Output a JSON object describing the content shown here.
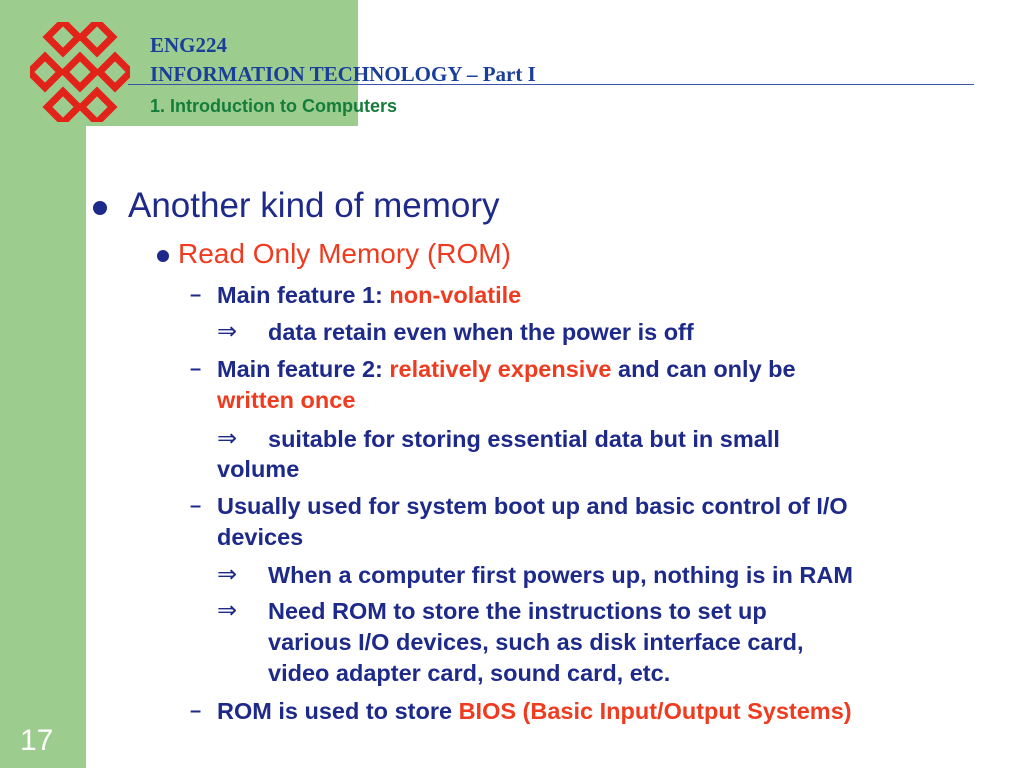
{
  "header": {
    "course_code": "ENG224",
    "course_title": "INFORMATION TECHNOLOGY – Part I",
    "chapter": "1. Introduction to Computers"
  },
  "slide_number": "17",
  "content": {
    "heading": "Another kind of memory",
    "subheading": "Read Only Memory (ROM)",
    "feature1": {
      "label": "Main feature 1: ",
      "highlight": "non-volatile"
    },
    "feature1_note": "data retain even when the power is off",
    "feature2": {
      "label": "Main feature 2: ",
      "highlight1": "relatively expensive",
      "middle": " and can only be",
      "highlight2": "written once"
    },
    "feature2_note": {
      "line1": "suitable for storing essential data but in small",
      "line2": "volume"
    },
    "usage": {
      "line1": "Usually used for system boot up and basic control of I/O",
      "line2": "devices"
    },
    "usage_note1": "When a computer first powers up, nothing is in RAM",
    "usage_note2": {
      "line1": "Need ROM to store the instructions to set up",
      "line2": "various I/O devices, such as disk interface card,",
      "line3": "video adapter card, sound card, etc."
    },
    "bios": {
      "label": "ROM is used to store ",
      "highlight": "BIOS (Basic Input/Output Systems)"
    }
  }
}
